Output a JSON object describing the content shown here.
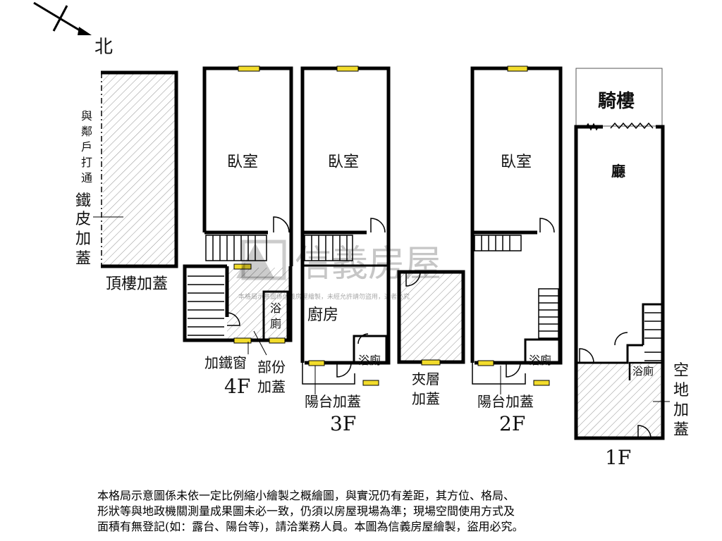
{
  "compass": {
    "direction": "北"
  },
  "roof": {
    "label": "頂樓加蓋",
    "side_note": [
      "與",
      "鄰",
      "戶",
      "打",
      "通"
    ],
    "material": [
      "鐵",
      "皮",
      "加",
      "蓋"
    ]
  },
  "floor4": {
    "level": "4F",
    "bath": [
      "浴",
      "廁"
    ],
    "iron_window": "加鐵窗",
    "partial": [
      "部份",
      "加蓋"
    ]
  },
  "floor3": {
    "level": "3F",
    "bedroom": "臥室",
    "kitchen": "廚房",
    "bath": "浴廁",
    "balcony": "陽台加蓋"
  },
  "mezzanine": {
    "label": [
      "夾層",
      "加蓋"
    ]
  },
  "floor2": {
    "level": "2F",
    "bedroom": "臥室",
    "bath": "浴廁",
    "balcony": "陽台加蓋"
  },
  "floor1": {
    "level": "1F",
    "arcade": "騎樓",
    "hall": "廳",
    "bath": "浴廁",
    "yard": [
      "空",
      "地",
      "加",
      "蓋"
    ]
  },
  "floor4_bedroom": "臥室",
  "watermark": {
    "brand": "信義房屋",
    "fine": "本格局示意圖係信義房屋繪製，未經允許請勿盜用，違者必究"
  },
  "disclaimer": [
    "本格局示意圖係未依一定比例縮小繪製之概繪圖，與實況仍有差距，其方位、格局、",
    "形狀等與地政機關測量成果圖未必一致，仍須以房屋現場為準；現場空間使用方式及",
    "面積有無登記(如：露台、陽台等)，請洽業務人員。本圖為信義房屋繪製，盜用必究。"
  ]
}
